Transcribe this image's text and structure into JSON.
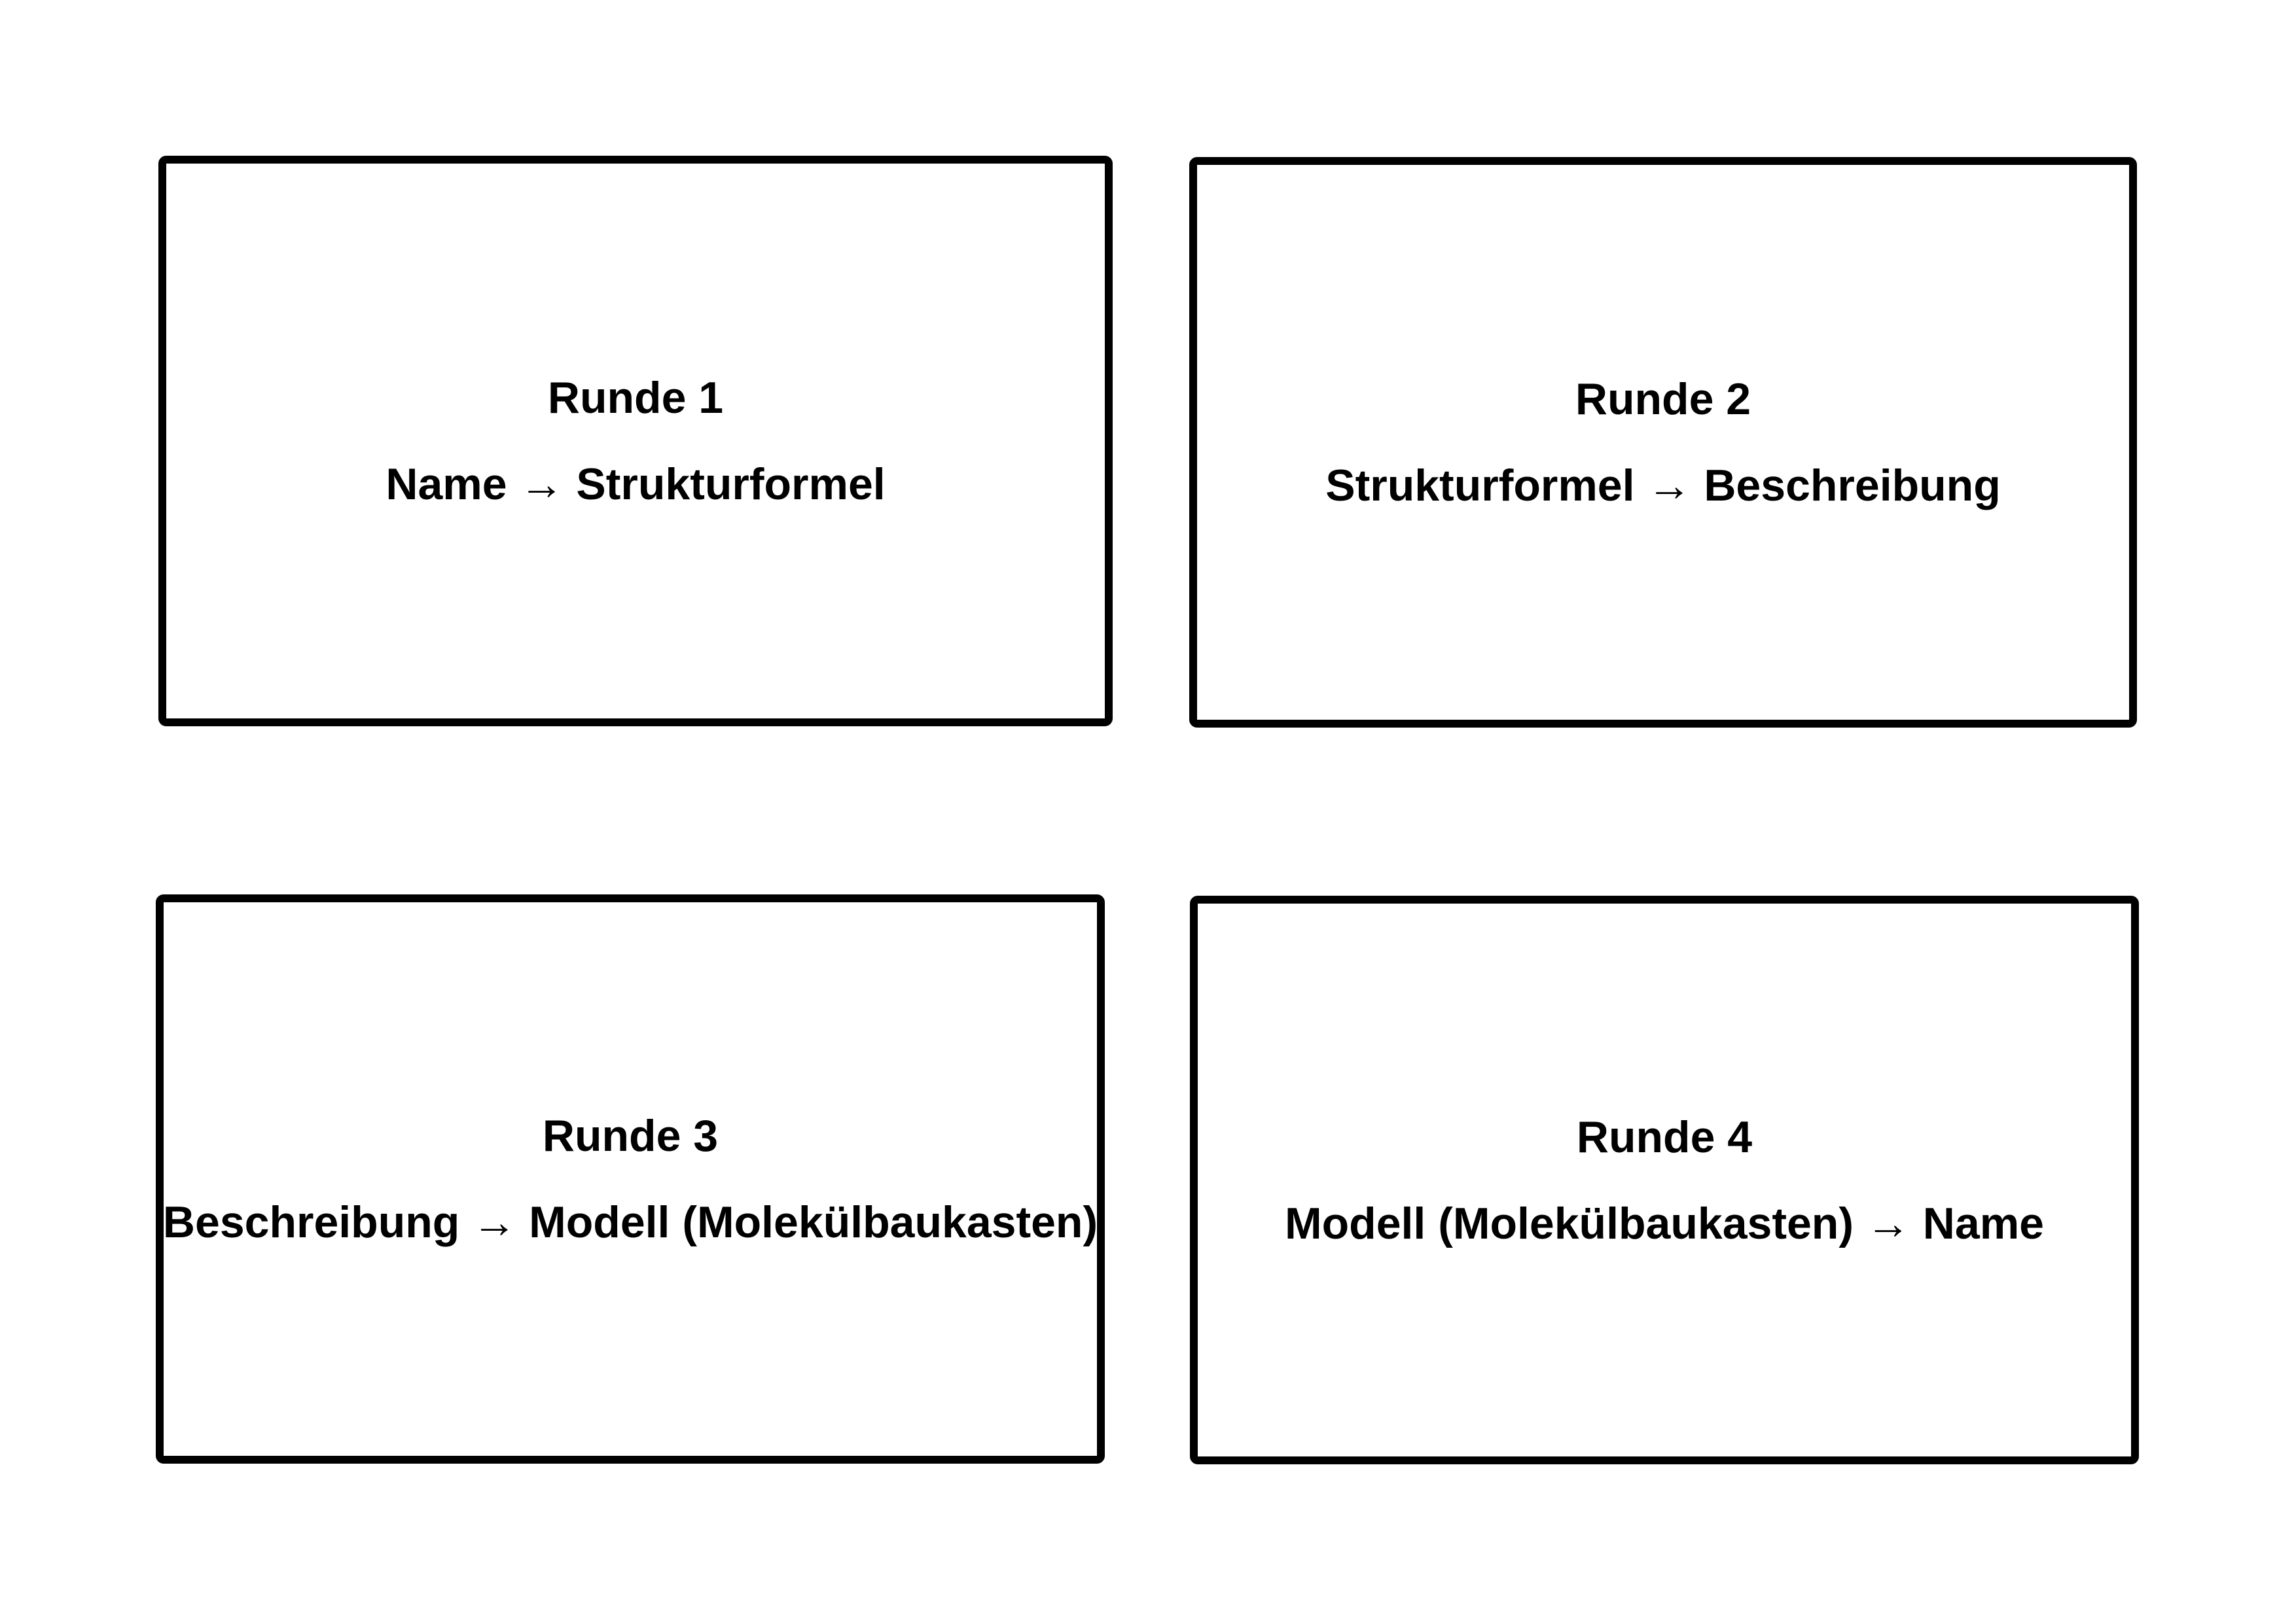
{
  "colors": {
    "background": "#ffffff",
    "card_border": "#000000",
    "text": "#000000"
  },
  "cards": [
    {
      "title": "Runde 1",
      "from": "Name",
      "arrow": "→",
      "to": "Strukturformel"
    },
    {
      "title": "Runde 2",
      "from": "Strukturformel",
      "arrow": "→",
      "to": "Beschreibung"
    },
    {
      "title": "Runde 3",
      "from": "Beschreibung",
      "arrow": "→",
      "to": "Modell (Molekülbaukasten)"
    },
    {
      "title": "Runde 4",
      "from": "Modell (Molekülbaukasten)",
      "arrow": "→",
      "to": "Name"
    }
  ]
}
